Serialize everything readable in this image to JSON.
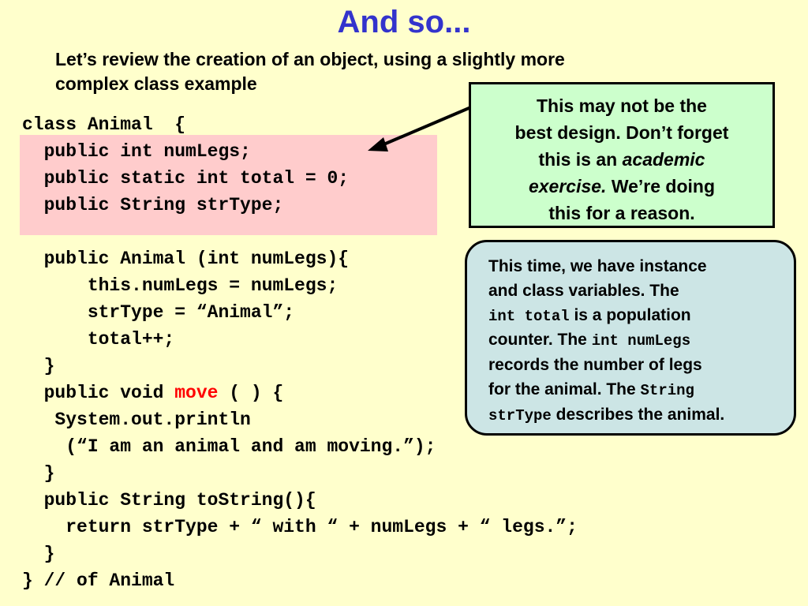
{
  "slide": {
    "title": "And so...",
    "subtitle_line1": "Let’s review the creation of an object, using a slightly more",
    "subtitle_line2": "complex class example"
  },
  "code": {
    "lines": [
      "class Animal  {",
      "  public int numLegs;",
      "  public static int total = 0;",
      "  public String strType;",
      "",
      "  public Animal (int numLegs){",
      "      this.numLegs = numLegs;",
      "      strType = “Animal”;",
      "      total++;",
      "  }",
      "  public void ",
      "   System.out.println",
      "    (“I am an animal and am moving.”);",
      "  }",
      "  public String toString(){",
      "    return strType + “ with “ + numLegs + “ legs.”;",
      "  }",
      "} // of Animal"
    ],
    "move_keyword": "move",
    "move_suffix": " ( ) {"
  },
  "callout_green": {
    "line1": "This may not be the",
    "line2": "best design.  Don’t forget",
    "line3a": "this is an ",
    "line3b": "academic",
    "line4a": "exercise.",
    "line4b": "  We’re doing",
    "line5": "this for a reason."
  },
  "callout_blue": {
    "l1": "This time, we have instance",
    "l2": "and class variables.  The",
    "l3_code": "int total",
    "l3_text": " is a population",
    "l4_text": "counter.  The ",
    "l4_code": "int numLegs",
    "l5": "records the number of legs",
    "l6_text": "for the animal.  The ",
    "l6_code": "String",
    "l7_code": "strType",
    "l7_text": " describes the animal."
  },
  "colors": {
    "background": "#ffffcc",
    "title": "#3333cc",
    "highlight": "#ffcccc",
    "green_box": "#ccffcc",
    "blue_box": "#cce5e5",
    "keyword_red": "#ff0000"
  }
}
